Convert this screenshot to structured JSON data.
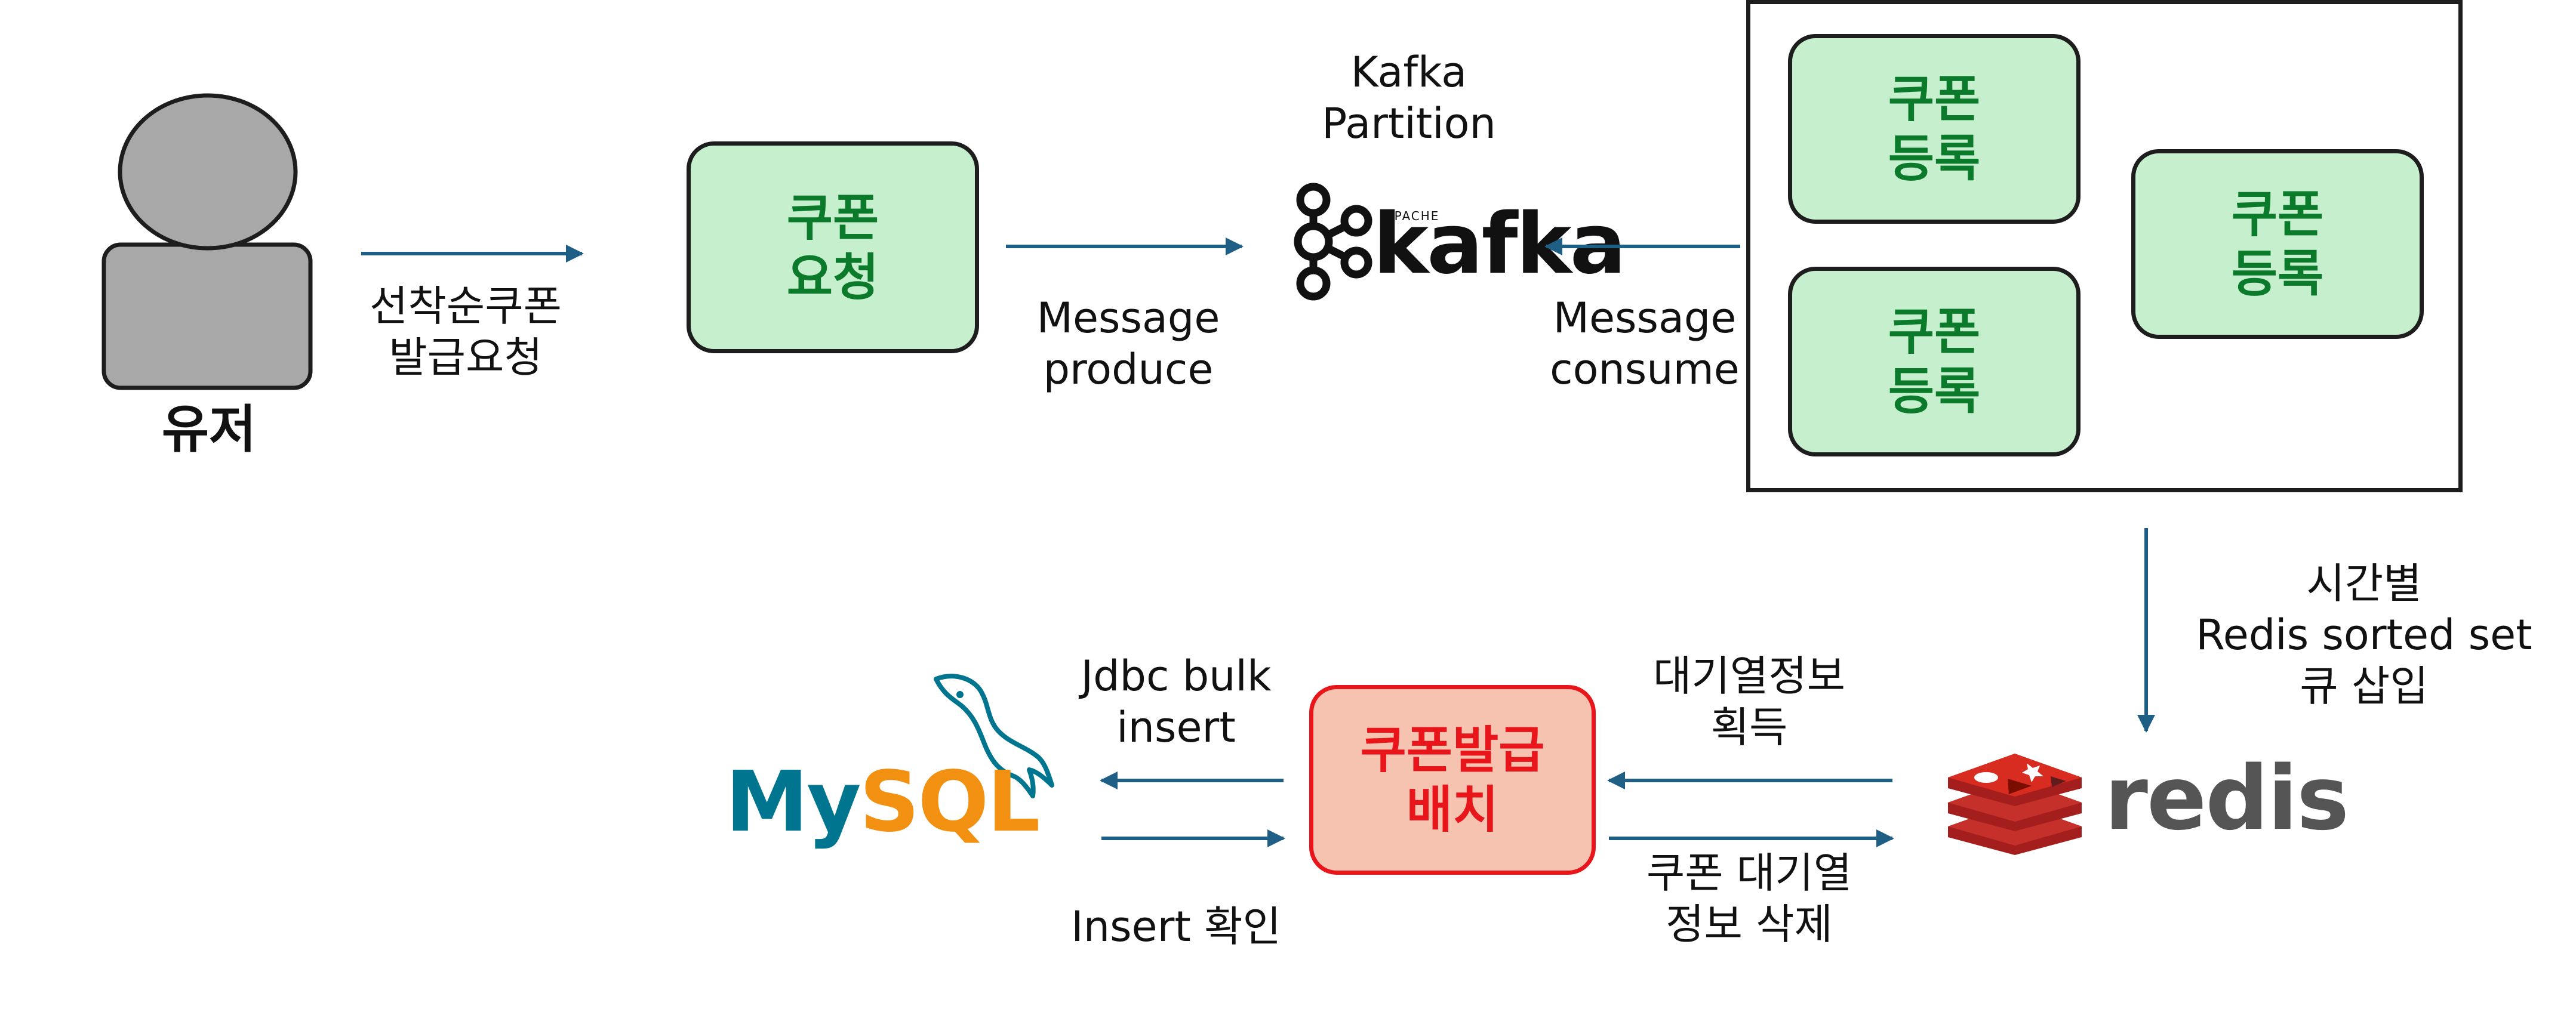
{
  "user": {
    "label": "유저",
    "action_label": "선착순쿠폰\n발급요청"
  },
  "coupon_request": {
    "label": "쿠폰\n요청"
  },
  "produce": {
    "label": "Message\nproduce"
  },
  "kafka": {
    "partition_label": "Kafka\nPartition",
    "logo_word": "kafka",
    "logo_small": "APACHE"
  },
  "consume": {
    "label": "Message\nconsume"
  },
  "consumers": [
    {
      "label": "쿠폰\n등록"
    },
    {
      "label": "쿠폰\n등록"
    },
    {
      "label": "쿠폰\n등록"
    }
  ],
  "redis_insert": {
    "label": "시간별\nRedis sorted set\n큐 삽입"
  },
  "redis": {
    "logo_word": "redis"
  },
  "queue_get": {
    "label": "대기열정보\n획득"
  },
  "queue_delete": {
    "label": "쿠폰 대기열\n정보 삭제"
  },
  "batch": {
    "label": "쿠폰발급\n배치"
  },
  "jdbc": {
    "label": "Jdbc bulk\ninsert"
  },
  "insert_confirm": {
    "label": "Insert 확인"
  },
  "mysql": {
    "logo_my": "My",
    "logo_sql": "SQL"
  },
  "colors": {
    "arrow": "#1f5f86",
    "box_green_fill": "#c6efce",
    "box_green_text": "#0b7a2a",
    "box_red_fill": "#f6c3b0",
    "box_red_text": "#e8161b",
    "redis_red": "#c6302b",
    "mysql_blue": "#00758f",
    "mysql_orange": "#f29111"
  }
}
